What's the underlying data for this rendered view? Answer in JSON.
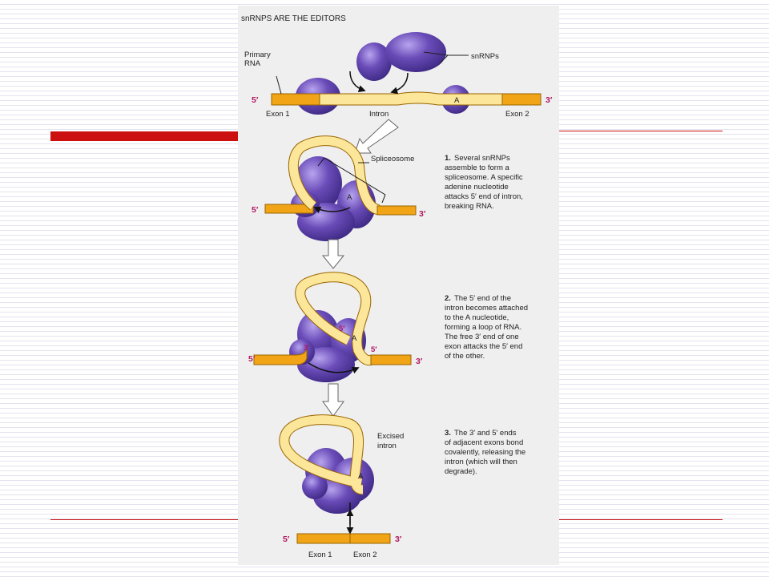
{
  "figure": {
    "title": "snRNPS ARE THE EDITORS",
    "labels": {
      "primary_rna_1": "Primary",
      "primary_rna_2": "RNA",
      "snrnps": "snRNPs",
      "exon1": "Exon 1",
      "intron": "Intron",
      "exon2": "Exon 2",
      "spliceosome": "Spliceosome",
      "excised_1": "Excised",
      "excised_2": "intron",
      "five_prime": "5′",
      "three_prime": "3′",
      "adenine": "A"
    },
    "steps": [
      {
        "num": "1.",
        "lines": [
          "Several snRNPs",
          "assemble to form a",
          "spliceosome. A specific",
          "adenine nucleotide",
          "attacks 5′ end of intron,",
          "breaking RNA."
        ]
      },
      {
        "num": "2.",
        "lines": [
          "The 5′ end of the",
          "intron becomes attached",
          "to the A nucleotide,",
          "forming a loop of RNA.",
          "The free 3′ end of one",
          "exon attacks the 5′ end",
          "of the other."
        ]
      },
      {
        "num": "3.",
        "lines": [
          "The 3′ and 5′ ends",
          "of adjacent exons bond",
          "covalently, releasing the",
          "intron (which will then",
          "degrade)."
        ]
      }
    ]
  },
  "colors": {
    "exon": "#f0a416",
    "intron": "#fbe69a",
    "snrnp": "#6a4cb8",
    "accent_red": "#cc1010",
    "end_label": "#b01860"
  }
}
